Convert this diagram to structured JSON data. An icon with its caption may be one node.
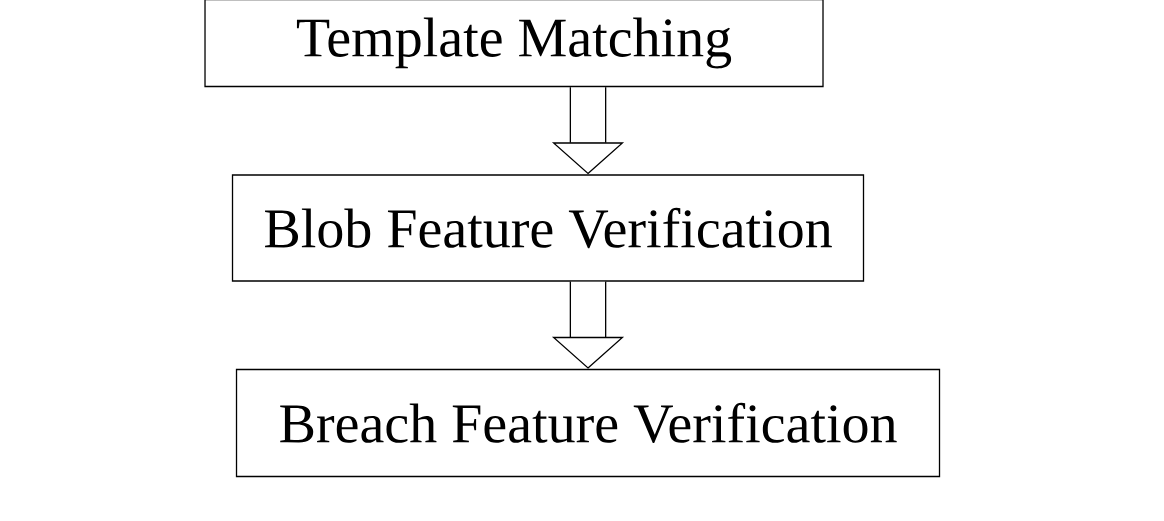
{
  "diagram": {
    "nodes": [
      {
        "text": [
          "Template Matching"
        ]
      },
      {
        "text": [
          "Blob Feature Verification"
        ]
      },
      {
        "text": [
          "Breach Feature Verification"
        ]
      }
    ],
    "edges": [
      {
        "from": 0,
        "to": 1,
        "arrow": "to"
      },
      {
        "from": 1,
        "to": 2,
        "arrow": "to"
      }
    ]
  }
}
